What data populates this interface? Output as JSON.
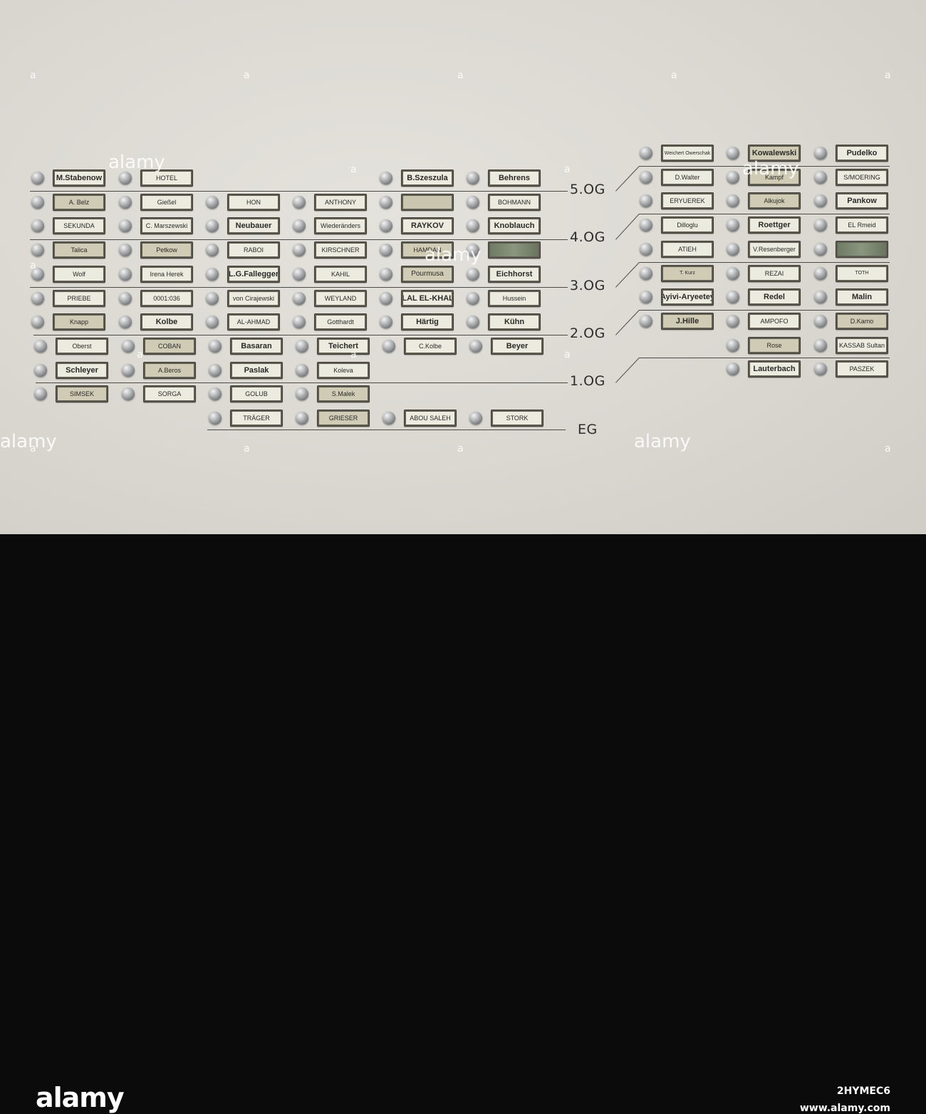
{
  "floors": [
    "5.OG",
    "4.OG",
    "3.OG",
    "2.OG",
    "1.OG",
    "EG"
  ],
  "left_block": [
    [
      "M.Stabenow",
      "HOTEL",
      "",
      "",
      "B.Szeszula",
      "Behrens"
    ],
    [
      "A. Belz",
      "Gießel",
      "HON",
      "ANTHONY",
      "",
      "BOHMANN"
    ],
    [
      "SEKUNDA",
      "C. Marszewski",
      "Neubauer",
      "Wiederänders",
      "RAYKOV",
      "Knoblauch"
    ],
    [
      "Talica",
      "Petkow",
      "RABOI",
      "KIRSCHNER",
      "HAMDAN",
      ""
    ],
    [
      "Wolf",
      "Irena Herek",
      "L.G.Fallegger",
      "KAHIL",
      "Pourmusa",
      "Eichhorst"
    ],
    [
      "PRIEBE",
      "0001:036",
      "von Cirajewski",
      "WEYLAND",
      "BELAL EL-KHALIDI",
      "Hussein"
    ],
    [
      "Knapp",
      "Kolbe",
      "AL-AHMAD",
      "Gotthardt",
      "Härtig",
      "Kühn"
    ],
    [
      "Oberst",
      "COBAN",
      "Basaran",
      "Teichert",
      "C.Kolbe",
      "Beyer"
    ],
    [
      "Schleyer",
      "A.Beros",
      "Paslak",
      "Koleva",
      "",
      ""
    ],
    [
      "SIMSEK",
      "SORGA",
      "GOLUB",
      "S.Malek",
      "",
      ""
    ],
    [
      "",
      "",
      "TRÄGER",
      "GRIESER",
      "ABOU SALEH",
      "STORK"
    ]
  ],
  "right_block": [
    [
      "Weichert Owerschak",
      "Kowalewski",
      "Pudelko"
    ],
    [
      "D.Walter",
      "Kampf",
      "S/MOERING"
    ],
    [
      "ERYUEREK",
      "Alkujok",
      "Pankow"
    ],
    [
      "Dilloglu",
      "Roettger",
      "EL Rmeid"
    ],
    [
      "ATIEH",
      "V.Resenberger",
      ""
    ],
    [
      "T. Kurz",
      "REZAI",
      "TOTH"
    ],
    [
      "Ayivi-Aryeetey",
      "Redel",
      "Malin"
    ],
    [
      "J.Hille",
      "AMPOFO",
      "D.Kamo"
    ],
    [
      "",
      "Rose",
      "KASSAB Sultan"
    ],
    [
      "",
      "Lauterbach",
      "PASZEK"
    ]
  ],
  "watermark": {
    "text": "alamy",
    "bottom_brand": "alamy",
    "image_id": "2HYMEC6",
    "url": "www.alamy.com"
  }
}
